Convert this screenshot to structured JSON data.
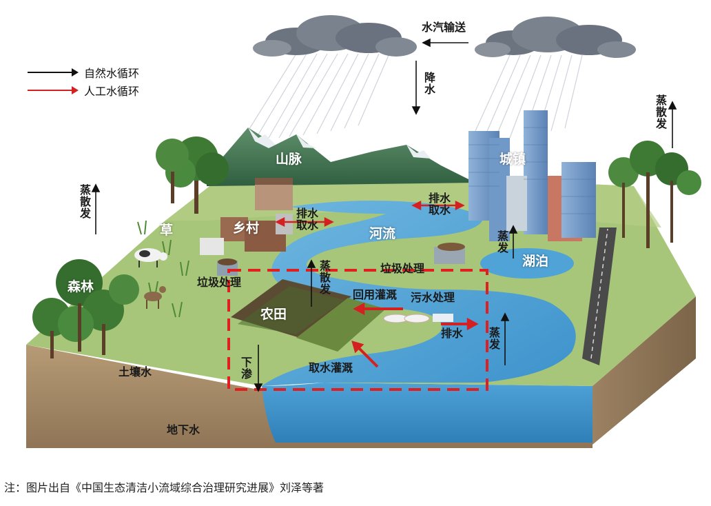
{
  "legend": {
    "natural": {
      "label": "自然水循环",
      "color": "#111111"
    },
    "artificial": {
      "label": "人工水循环",
      "color": "#d42020"
    }
  },
  "labels": {
    "vapor_transport": "水汽输送",
    "precipitation": "降水",
    "mountain": "山脉",
    "town": "城镇",
    "village": "乡村",
    "river": "河流",
    "lake": "湖泊",
    "grass": "草",
    "forest": "森林",
    "farmland": "农田",
    "soil_water": "土壤水",
    "groundwater": "地下水",
    "drain_intake_village": "排水\n取水",
    "drain_intake_town": "排水\n取水",
    "evaporation_town": "蒸发",
    "evaporation_right": "蒸散发",
    "evaporation_left": "蒸散发",
    "evaporation_farm": "蒸散发",
    "evaporation_river": "蒸发",
    "garbage_village": "垃圾处理",
    "garbage_river": "垃圾处理",
    "reuse_irrigation": "回用灌溉",
    "sewage_treatment": "污水处理",
    "drainage": "排水",
    "intake_irrigation": "取水灌溉",
    "infiltration": "下渗"
  },
  "caption": "注：图片出自《中国生态清洁小流域综合治理研究进展》刘泽等著",
  "colors": {
    "water": "#3d93cc",
    "grass": "#9bbf6a",
    "soil": "#a48a68",
    "dashed_box": "#e02020"
  }
}
